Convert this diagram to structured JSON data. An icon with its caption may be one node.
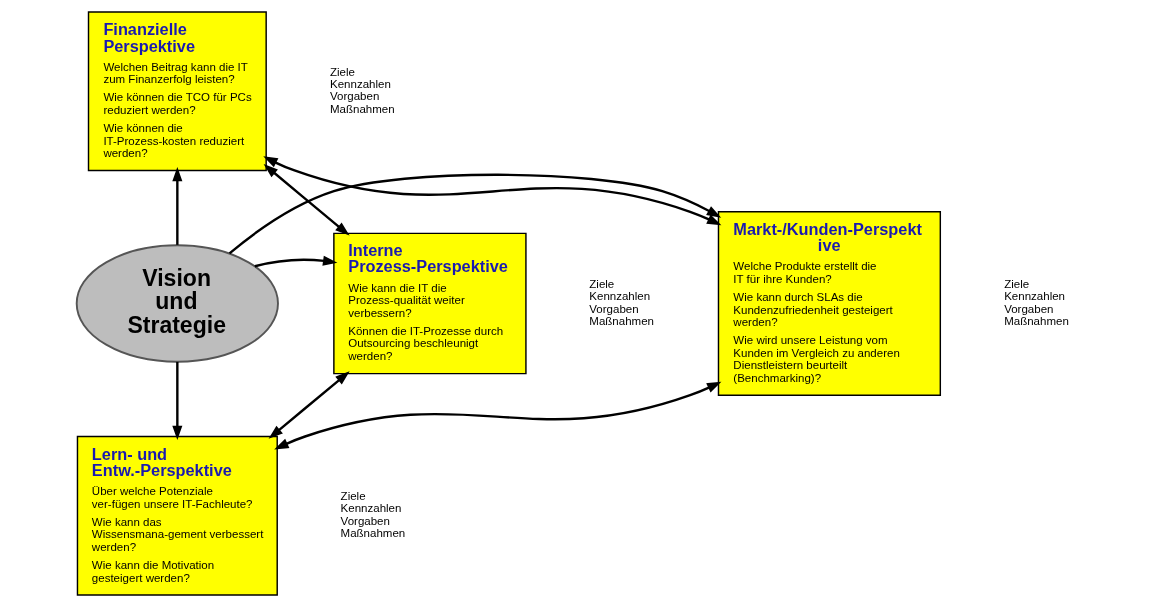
{
  "diagram": {
    "nodes": [
      {
        "text": [
          "Vision und Strategie"
        ]
      },
      {
        "text": [
          "Finanzielle Perspektive",
          "Welchen Beitrag kann die IT zum Finanzerfolg leisten?",
          "Wie können die TCO für PCs reduziert werden?",
          "Wie können die IT-Prozess-kosten reduziert werden?"
        ],
        "beside": [
          "Ziele",
          "Kennzahlen",
          "Vorgaben",
          "Maßnahmen"
        ]
      },
      {
        "text": [
          "Markt-/Kunden-Perspektive",
          "Welche Produkte erstellt die IT für ihre Kunden?",
          "Wie kann durch SLAs die Kundenzufriedenheit gesteigert werden?",
          "Wie wird unsere Leistung vom Kunden im Vergleich zu anderen Dienstleistern beurteilt (Benchmarking)?"
        ],
        "beside": [
          "Ziele",
          "Kennzahlen",
          "Vorgaben",
          "Maßnahmen"
        ]
      },
      {
        "text": [
          "Interne Prozess-Perspektive",
          "Wie kann die IT die Prozess-qualität weiter verbessern?",
          "Können die IT-Prozesse durch Outsourcing beschleunigt werden?"
        ],
        "beside": [
          "Ziele",
          "Kennzahlen",
          "Vorgaben",
          "Maßnahmen"
        ]
      },
      {
        "text": [
          "Lern- und Entw.-Perspektive",
          "Über welche Potenziale ver-fügen unsere IT-Fachleute?",
          "Wie kann das Wissensmana-gement verbessert werden?",
          "Wie kann die Motivation gesteigert werden?"
        ],
        "beside": [
          "Ziele",
          "Kennzahlen",
          "Vorgaben",
          "Maßnahmen"
        ]
      }
    ],
    "edges": [
      {
        "from": 0,
        "to": 1,
        "arrow": "to"
      },
      {
        "from": 0,
        "to": 2,
        "arrow": "to"
      },
      {
        "from": 0,
        "to": 3,
        "arrow": "to"
      },
      {
        "from": 0,
        "to": 4,
        "arrow": "to"
      },
      {
        "from": 2,
        "to": 1,
        "arrow": "both"
      },
      {
        "from": 1,
        "to": 3,
        "arrow": "both"
      },
      {
        "from": 3,
        "to": 4,
        "arrow": "both"
      },
      {
        "from": 4,
        "to": 2,
        "arrow": "both"
      }
    ]
  }
}
